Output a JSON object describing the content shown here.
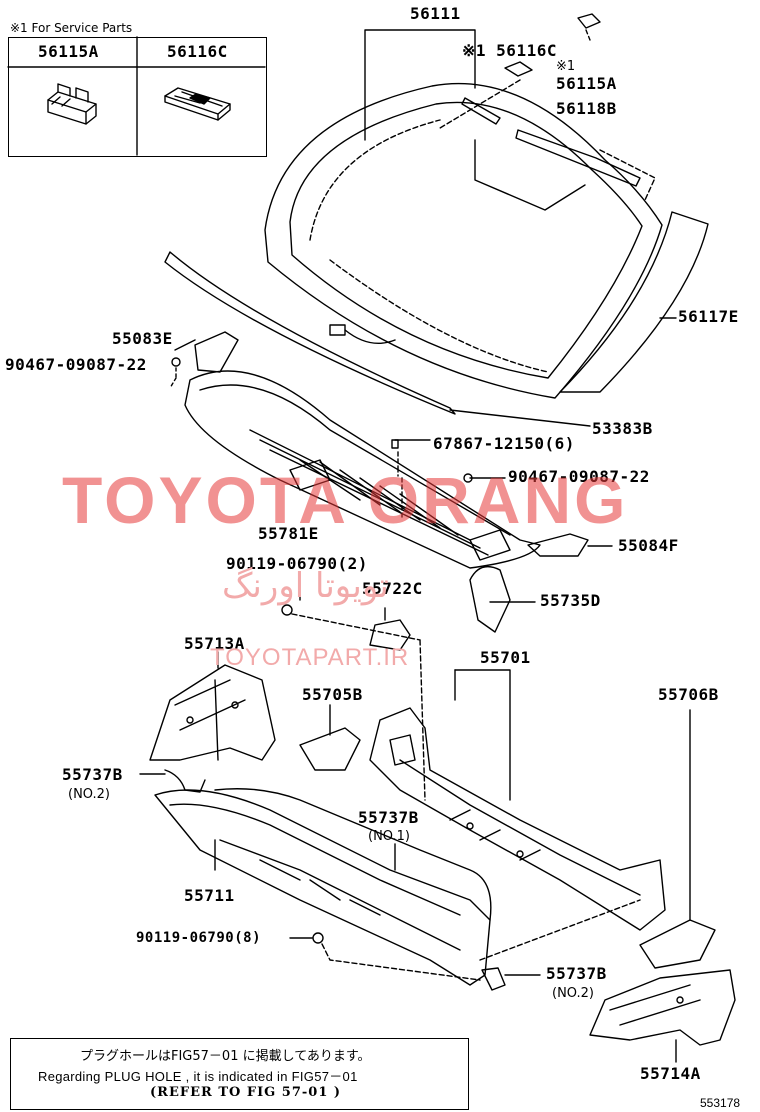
{
  "service_parts": {
    "title": "※1 For Service Parts",
    "col1": "56115A",
    "col2": "56116C"
  },
  "callouts": {
    "p56111": "56111",
    "p56116C": "※1 56116C",
    "mark1": "※1",
    "p56115A": "56115A",
    "p56118B": "56118B",
    "p56117E": "56117E",
    "p55083E": "55083E",
    "p90467_a": "90467-09087-22",
    "p53383B": "53383B",
    "p67867": "67867-12150(6)",
    "p90467_b": "90467-09087-22",
    "p55781E": "55781E",
    "p55084F": "55084F",
    "p90119_2": "90119-06790(2)",
    "p55722C": "55722C",
    "p55735D": "55735D",
    "p55713A": "55713A",
    "p55701": "55701",
    "p55705B": "55705B",
    "p55706B": "55706B",
    "p55737B_a": "55737B",
    "no2_a": "(NO.2)",
    "p55737B_b": "55737B",
    "no1": "(NO.1)",
    "p55711": "55711",
    "p90119_8": "90119-06790(8)",
    "p55737B_c": "55737B",
    "no2_c": "(NO.2)",
    "p55714A": "55714A"
  },
  "watermark": {
    "main": "TOYOTA ORANG",
    "fa": "تویوتا اورنگ",
    "url": "TOYOTAPART.IR"
  },
  "note": {
    "jp": "プラグホールはFIG57－01 に掲載してあります。",
    "en": "Regarding PLUG HOLE , it is indicated in FIG57－01",
    "ref": "(REFER TO FIG  57-01 )"
  },
  "figure_id": "553178"
}
